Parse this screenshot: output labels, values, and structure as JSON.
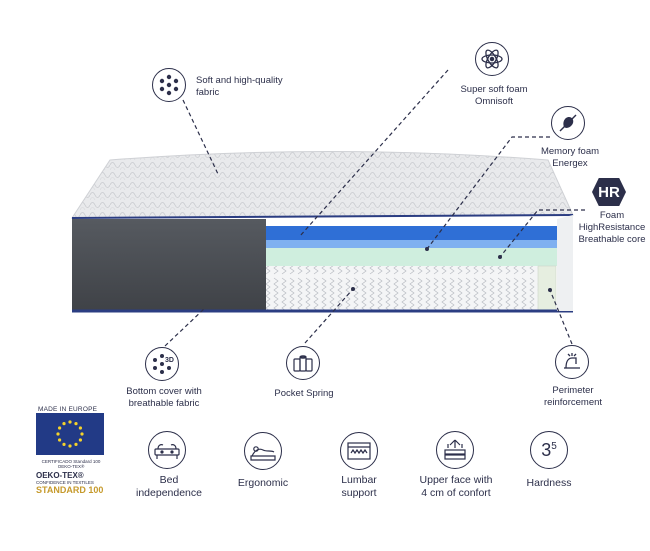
{
  "features": {
    "fabric": "Soft and high-quality\nfabric",
    "omnisoft": "Super soft foam\nOmnisoft",
    "energex": "Memory foam\nEnergex",
    "hr_badge": "HR",
    "hr_foam": "Foam\nHighResistance\nBreathable core",
    "bottom_cover": "Bottom cover with\nbreathable fabric",
    "bottom_cover_badge": "3D",
    "pocket_spring": "Pocket Spring",
    "perimeter": "Perimeter\nreinforcement"
  },
  "benefits": [
    {
      "label": "Bed\nindependence"
    },
    {
      "label": "Ergonomic"
    },
    {
      "label": "Lumbar\nsupport"
    },
    {
      "label": "Upper face with\n4 cm of confort"
    },
    {
      "label": "Hardness"
    }
  ],
  "hardness": {
    "value": "3",
    "scale": "5"
  },
  "certifications": {
    "made_in": "MADE IN EUROPE",
    "oeko_small": "CERTIFICADO Standard 100\nOEKO-TEX®",
    "oeko_title": "OEKO-TEX®",
    "oeko_sub": "CONFIDENCE IN TEXTILES",
    "oeko_std": "STANDARD 100"
  },
  "colors": {
    "ink": "#2c2f4a",
    "foam_blue": "#2f6fd6",
    "eu_blue": "#223a86",
    "eu_star": "#f6d32b",
    "side_gray": "#4a4d52"
  }
}
